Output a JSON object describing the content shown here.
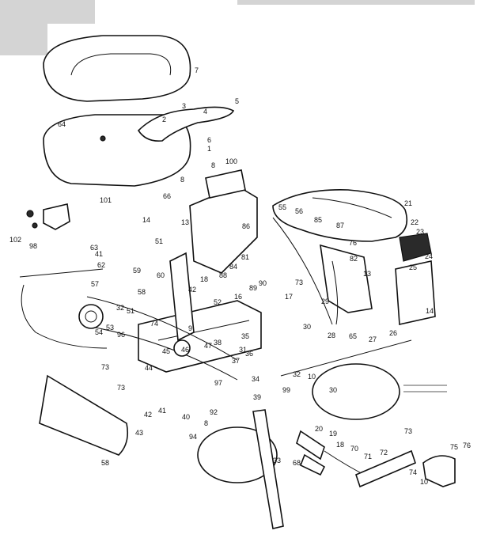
{
  "callouts": [
    {
      "id": "c7",
      "text": "7"
    },
    {
      "id": "c5",
      "text": "5"
    },
    {
      "id": "c3",
      "text": "3"
    },
    {
      "id": "c4",
      "text": "4"
    },
    {
      "id": "c2",
      "text": "2"
    },
    {
      "id": "c64",
      "text": "64"
    },
    {
      "id": "c6",
      "text": "6"
    },
    {
      "id": "c1",
      "text": "1"
    },
    {
      "id": "c8a",
      "text": "8"
    },
    {
      "id": "c100",
      "text": "100"
    },
    {
      "id": "c8b",
      "text": "8"
    },
    {
      "id": "c101",
      "text": "101"
    },
    {
      "id": "c102",
      "text": "102"
    },
    {
      "id": "c98",
      "text": "98"
    },
    {
      "id": "c66",
      "text": "66"
    },
    {
      "id": "c14",
      "text": "14"
    },
    {
      "id": "c13a",
      "text": "13"
    },
    {
      "id": "c63",
      "text": "63"
    },
    {
      "id": "c41a",
      "text": "41"
    },
    {
      "id": "c62",
      "text": "62"
    },
    {
      "id": "c51",
      "text": "51"
    },
    {
      "id": "c59",
      "text": "59"
    },
    {
      "id": "c60",
      "text": "60"
    },
    {
      "id": "c57",
      "text": "57"
    },
    {
      "id": "c58a",
      "text": "58"
    },
    {
      "id": "c21",
      "text": "21"
    },
    {
      "id": "c22",
      "text": "22"
    },
    {
      "id": "c23",
      "text": "23"
    },
    {
      "id": "c24",
      "text": "24"
    },
    {
      "id": "c25",
      "text": "25"
    },
    {
      "id": "c14b",
      "text": "14"
    },
    {
      "id": "c26",
      "text": "26"
    },
    {
      "id": "c55",
      "text": "55"
    },
    {
      "id": "c56",
      "text": "56"
    },
    {
      "id": "c85",
      "text": "85"
    },
    {
      "id": "c87",
      "text": "87"
    },
    {
      "id": "c76",
      "text": "76"
    },
    {
      "id": "c82",
      "text": "82"
    },
    {
      "id": "c13b",
      "text": "13"
    },
    {
      "id": "c86",
      "text": "86"
    },
    {
      "id": "c81",
      "text": "81"
    },
    {
      "id": "c84",
      "text": "84"
    },
    {
      "id": "c88",
      "text": "88"
    },
    {
      "id": "c89",
      "text": "89"
    },
    {
      "id": "c90",
      "text": "90"
    },
    {
      "id": "c73a",
      "text": "73"
    },
    {
      "id": "c16",
      "text": "16"
    },
    {
      "id": "c17",
      "text": "17"
    },
    {
      "id": "c18",
      "text": "18"
    },
    {
      "id": "c42a",
      "text": "42"
    },
    {
      "id": "c29",
      "text": "29"
    },
    {
      "id": "c52",
      "text": "52"
    },
    {
      "id": "c32a",
      "text": "32"
    },
    {
      "id": "c51b",
      "text": "51"
    },
    {
      "id": "c74",
      "text": "74"
    },
    {
      "id": "c54",
      "text": "54"
    },
    {
      "id": "c53",
      "text": "53"
    },
    {
      "id": "c96",
      "text": "96"
    },
    {
      "id": "c9",
      "text": "9"
    },
    {
      "id": "c45",
      "text": "45"
    },
    {
      "id": "c46",
      "text": "46"
    },
    {
      "id": "c47",
      "text": "47"
    },
    {
      "id": "c38",
      "text": "38"
    },
    {
      "id": "c35",
      "text": "35"
    },
    {
      "id": "c31",
      "text": "31"
    },
    {
      "id": "c30a",
      "text": "30"
    },
    {
      "id": "c28",
      "text": "28"
    },
    {
      "id": "c65",
      "text": "65"
    },
    {
      "id": "c27",
      "text": "27"
    },
    {
      "id": "c73b",
      "text": "73"
    },
    {
      "id": "c44",
      "text": "44"
    },
    {
      "id": "c37",
      "text": "37"
    },
    {
      "id": "c36",
      "text": "36"
    },
    {
      "id": "c10a",
      "text": "10"
    },
    {
      "id": "c32b",
      "text": "32"
    },
    {
      "id": "c30b",
      "text": "30"
    },
    {
      "id": "c73c",
      "text": "73"
    },
    {
      "id": "c97",
      "text": "97"
    },
    {
      "id": "c34",
      "text": "34"
    },
    {
      "id": "c99",
      "text": "99"
    },
    {
      "id": "c42b",
      "text": "42"
    },
    {
      "id": "c41b",
      "text": "41"
    },
    {
      "id": "c40",
      "text": "40"
    },
    {
      "id": "c92",
      "text": "92"
    },
    {
      "id": "c94",
      "text": "94"
    },
    {
      "id": "c43",
      "text": "43"
    },
    {
      "id": "c58b",
      "text": "58"
    },
    {
      "id": "c33",
      "text": "33"
    },
    {
      "id": "c68",
      "text": "68"
    },
    {
      "id": "c20",
      "text": "20"
    },
    {
      "id": "c19",
      "text": "19"
    },
    {
      "id": "c18b",
      "text": "18"
    },
    {
      "id": "c70",
      "text": "70"
    },
    {
      "id": "c71",
      "text": "71"
    },
    {
      "id": "c72",
      "text": "72"
    },
    {
      "id": "c73d",
      "text": "73"
    },
    {
      "id": "c75",
      "text": "75"
    },
    {
      "id": "c76b",
      "text": "76"
    },
    {
      "id": "c74b",
      "text": "74"
    },
    {
      "id": "c10b",
      "text": "10"
    },
    {
      "id": "c39",
      "text": "39"
    },
    {
      "id": "c8c",
      "text": "8"
    }
  ]
}
